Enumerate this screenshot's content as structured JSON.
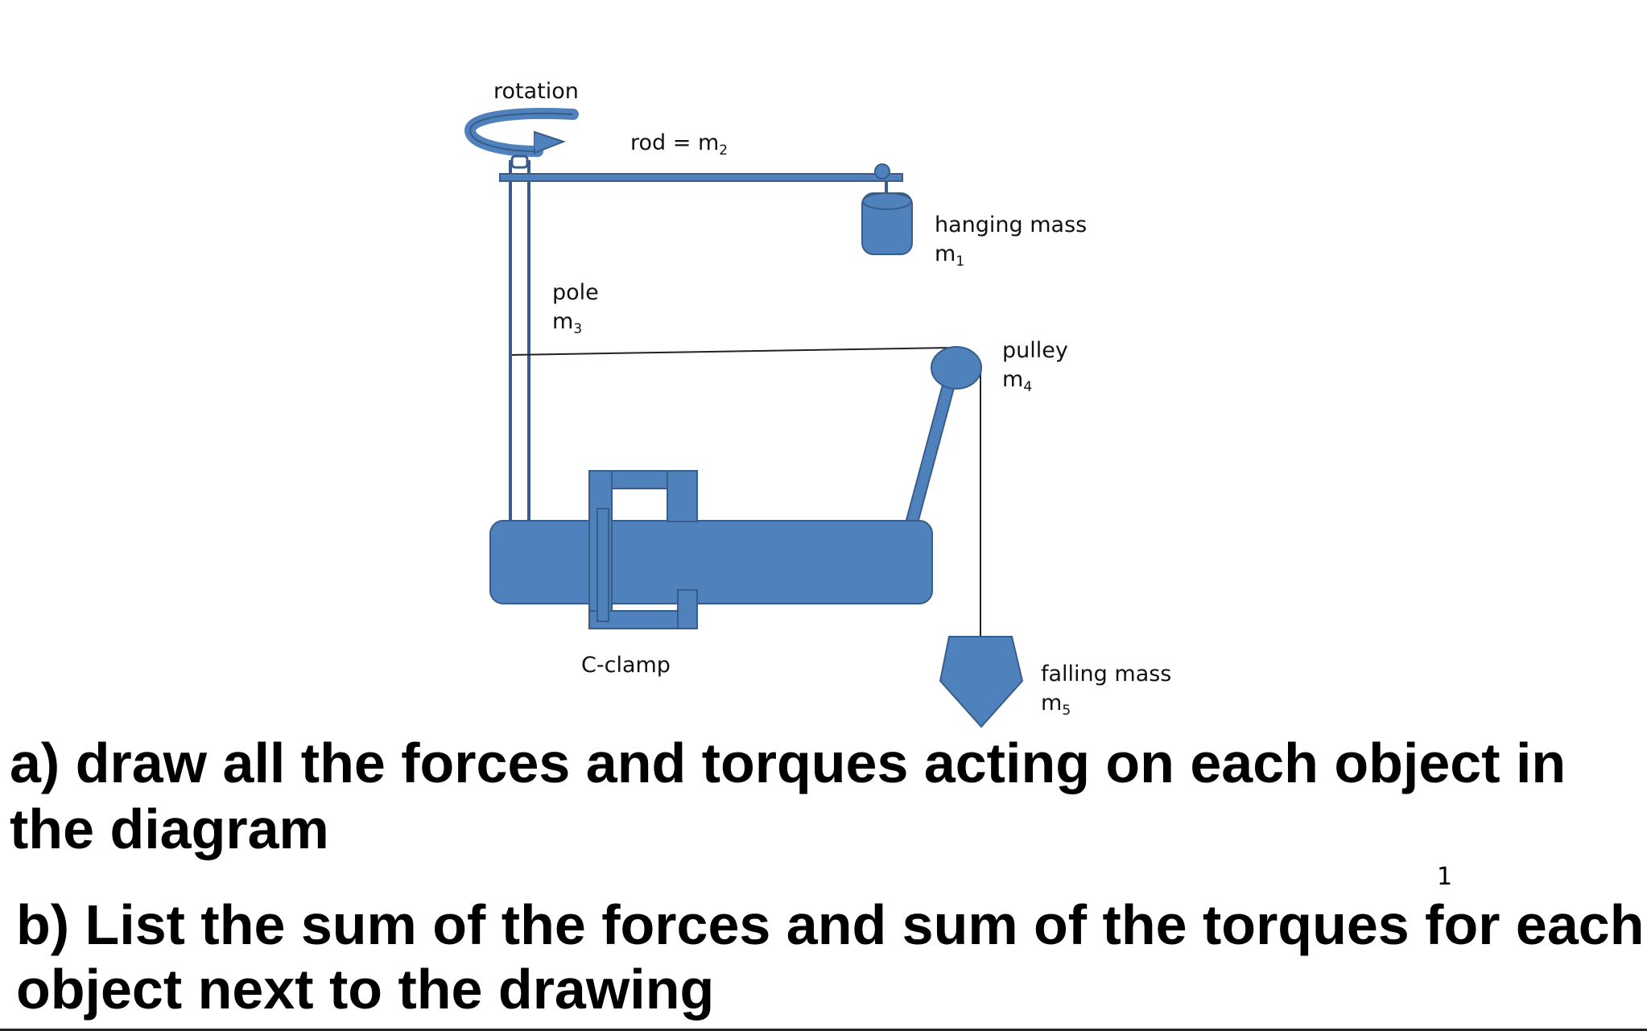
{
  "labels": {
    "rotation": "rotation",
    "rod_prefix": "rod = m",
    "rod_sub": "2",
    "hanging_mass": "hanging mass",
    "hanging_m": "m",
    "hanging_sub": "1",
    "pole": "pole",
    "pole_m": "m",
    "pole_sub": "3",
    "pulley": "pulley",
    "pulley_m": "m",
    "pulley_sub": "4",
    "c_clamp": "C-clamp",
    "falling_mass": "falling mass",
    "falling_m": "m",
    "falling_sub": "5"
  },
  "questions": {
    "a_line1": "a) draw all the forces and torques acting on each object in",
    "a_line2": "the diagram",
    "b_line1": "b) List the sum of the forces and sum of the torques for each",
    "b_line2": "object next to the drawing"
  },
  "page_number": "1",
  "colors": {
    "fill": "#4f81bd",
    "stroke": "#385d8a",
    "string": "#222222"
  }
}
